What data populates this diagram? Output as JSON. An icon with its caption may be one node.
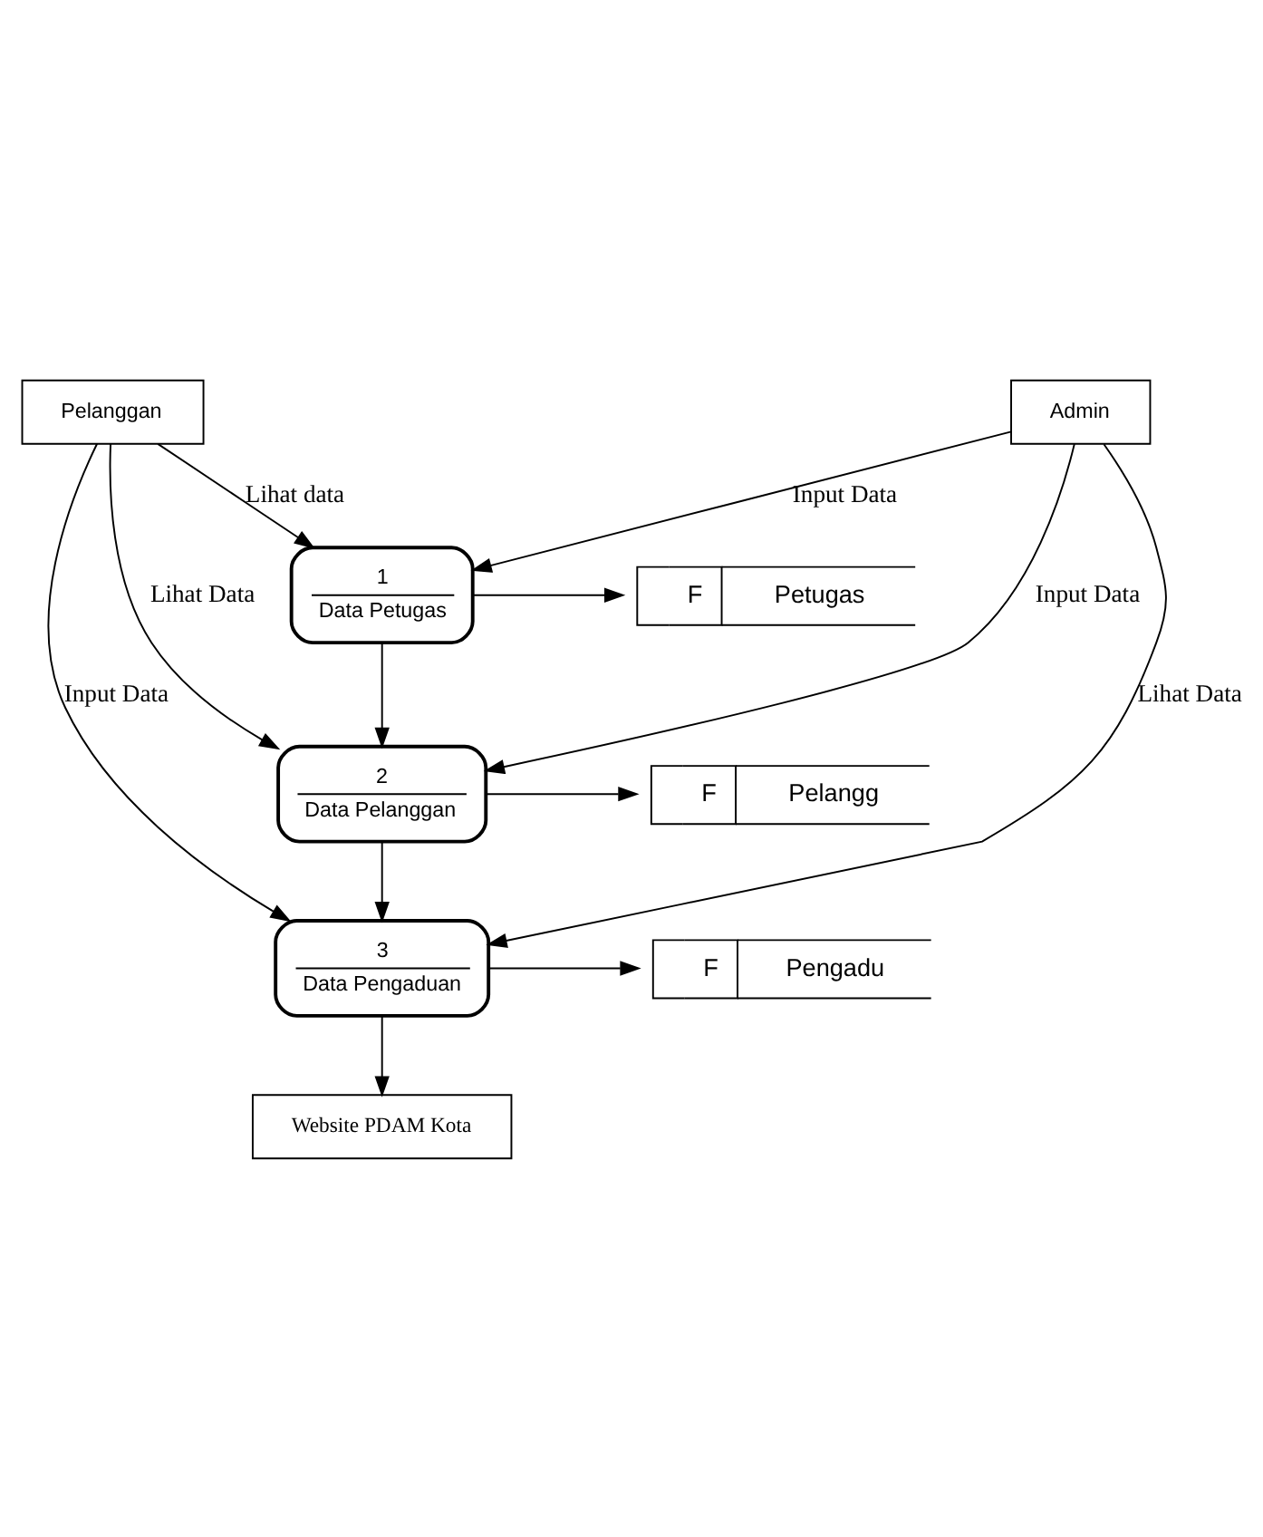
{
  "diagram": {
    "nodes": [
      {
        "text": [
          "Pelanggan"
        ]
      },
      {
        "text": [
          "Admin"
        ]
      },
      {
        "text": [
          "1",
          "Data Petugas"
        ]
      },
      {
        "text": [
          "F",
          "Petugas"
        ]
      },
      {
        "text": [
          "2",
          "Data Pelanggan"
        ]
      },
      {
        "text": [
          "F",
          "Pelangg"
        ]
      },
      {
        "text": [
          "3",
          "Data Pengaduan"
        ]
      },
      {
        "text": [
          "F",
          "Pengadu"
        ]
      },
      {
        "text": [
          "Website PDAM Kota"
        ]
      }
    ],
    "edges": [
      {
        "from": 0,
        "to": 2,
        "arrow": "to",
        "label": "Lihat data"
      },
      {
        "from": 1,
        "to": 2,
        "arrow": "to",
        "label": "Input Data"
      },
      {
        "from": 2,
        "to": 3,
        "arrow": "to"
      },
      {
        "from": 2,
        "to": 4,
        "arrow": "to"
      },
      {
        "from": 0,
        "to": 4,
        "arrow": "to",
        "label": "Lihat Data"
      },
      {
        "from": 1,
        "to": 4,
        "arrow": "to",
        "label": "Input Data"
      },
      {
        "from": 4,
        "to": 5,
        "arrow": "to"
      },
      {
        "from": 4,
        "to": 6,
        "arrow": "to"
      },
      {
        "from": 0,
        "to": 6,
        "arrow": "to",
        "label": "Input Data"
      },
      {
        "from": 1,
        "to": 6,
        "arrow": "to",
        "label": "Lihat Data"
      },
      {
        "from": 6,
        "to": 7,
        "arrow": "to"
      },
      {
        "from": 6,
        "to": 8,
        "arrow": "to"
      }
    ]
  }
}
